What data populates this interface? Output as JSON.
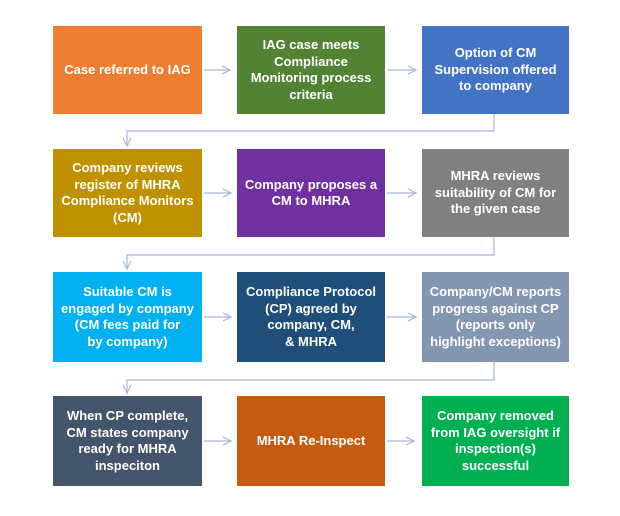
{
  "colors": {
    "connector": "#A3B8DB",
    "box_text": "#ffffff",
    "background": "#ffffff"
  },
  "boxes": [
    {
      "id": "case-referred-to-iag",
      "text": "Case referred to IAG",
      "color": "#ED7D31"
    },
    {
      "id": "iag-case-meets-criteria",
      "text": "IAG case meets\nCompliance\nMonitoring process\ncriteria",
      "color": "#548235"
    },
    {
      "id": "option-cm-supervision",
      "text": "Option of CM\nSupervision offered\nto company",
      "color": "#4472C4"
    },
    {
      "id": "company-reviews-register",
      "text": "Company reviews\nregister of MHRA\nCompliance Monitors\n(CM)",
      "color": "#BF9000"
    },
    {
      "id": "company-proposes-cm",
      "text": "Company proposes a\nCM to MHRA",
      "color": "#7030A0"
    },
    {
      "id": "mhra-reviews-suitability",
      "text": "MHRA reviews\nsuitability of CM for\nthe given case",
      "color": "#808080"
    },
    {
      "id": "suitable-cm-engaged",
      "text": "Suitable CM is\nengaged by company\n(CM fees paid for\nby company)",
      "color": "#00B0F0"
    },
    {
      "id": "compliance-protocol-agreed",
      "text": "Compliance Protocol\n(CP) agreed by\ncompany, CM,\n& MHRA",
      "color": "#1F4E79"
    },
    {
      "id": "company-cm-reports",
      "text": "Company/CM reports\nprogress against CP\n(reports only\nhighlight exceptions)",
      "color": "#8496B0"
    },
    {
      "id": "cp-complete-ready",
      "text": "When CP complete,\nCM states company\nready for MHRA\ninspeciton",
      "color": "#44546A"
    },
    {
      "id": "mhra-re-inspect",
      "text": "MHRA Re-Inspect",
      "color": "#C55A11"
    },
    {
      "id": "company-removed-oversight",
      "text": "Company removed\nfrom IAG oversight if\ninspection(s)\nsuccessful",
      "color": "#00B050"
    }
  ]
}
